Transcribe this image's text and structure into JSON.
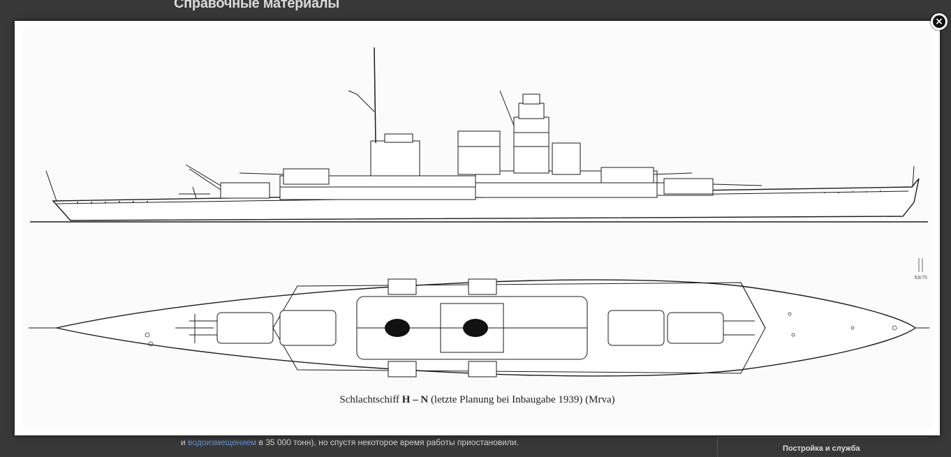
{
  "page": {
    "heading": "Справочные материалы",
    "body_prefix": "и ",
    "body_link": "водоизмещением",
    "body_suffix": " в 35 000 тонн), но спустя некоторое время работы приостановили.",
    "sidebar_title": "Постройка и служба"
  },
  "lightbox": {
    "caption_prefix": "Schlachtschiff ",
    "caption_bold": "H – N",
    "caption_suffix": " (letzte Planung bei Inbaugabe 1939) (Mrva)",
    "close_icon": "close-icon",
    "drawing_signature": "XII/79"
  },
  "colors": {
    "overlay": "#000000",
    "link": "#5e8fc7",
    "frame": "#ffffff"
  }
}
